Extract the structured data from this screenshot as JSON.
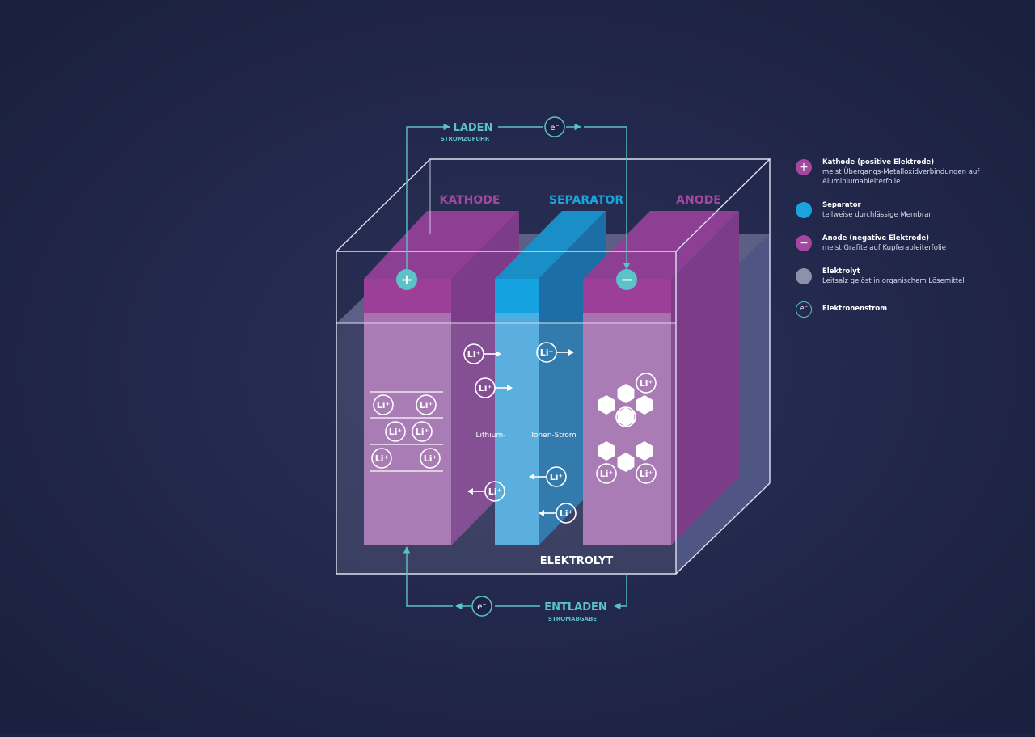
{
  "labels": {
    "kathode": "KATHODE",
    "separator": "SEPARATOR",
    "anode": "ANODE",
    "elektrolyt": "ELEKTROLYT",
    "laden": "LADEN",
    "laden_sub": "STROMZUFUHR",
    "entladen": "ENTLADEN",
    "entladen_sub": "STROMABGABE",
    "lithium_left": "Lithium-",
    "lithium_right": "Ionen-Strom",
    "electron": "e⁻",
    "li_ion": "Li⁺",
    "plus": "+",
    "minus": "−"
  },
  "legend": [
    {
      "key": "kathode",
      "symbol": "+",
      "title": "Kathode (positive Elektrode)",
      "desc": "meist Übergangs-Metalloxidverbindungen auf Aluminiumableiterfolie"
    },
    {
      "key": "separator",
      "symbol": "",
      "title": "Separator",
      "desc": "teilweise durchlässige Membran"
    },
    {
      "key": "anode",
      "symbol": "−",
      "title": "Anode (negative Elektrode)",
      "desc": "meist Grafite auf Kupferableiterfolie"
    },
    {
      "key": "elektrolyt",
      "symbol": "",
      "title": "Elektrolyt",
      "desc": "Leitsalz gelöst in organischem Lösemittel"
    },
    {
      "key": "e",
      "symbol": "e⁻",
      "title": "Elektronenstrom",
      "desc": ""
    }
  ],
  "colors": {
    "background": "#1d2344",
    "kathode_label": "#a3479f",
    "separator_label": "#1aa3dd",
    "electrode_front": "#a872b0",
    "separator_front": "#4aaee0",
    "teal": "#5bc2c8",
    "box_line": "#dfe0f2"
  }
}
